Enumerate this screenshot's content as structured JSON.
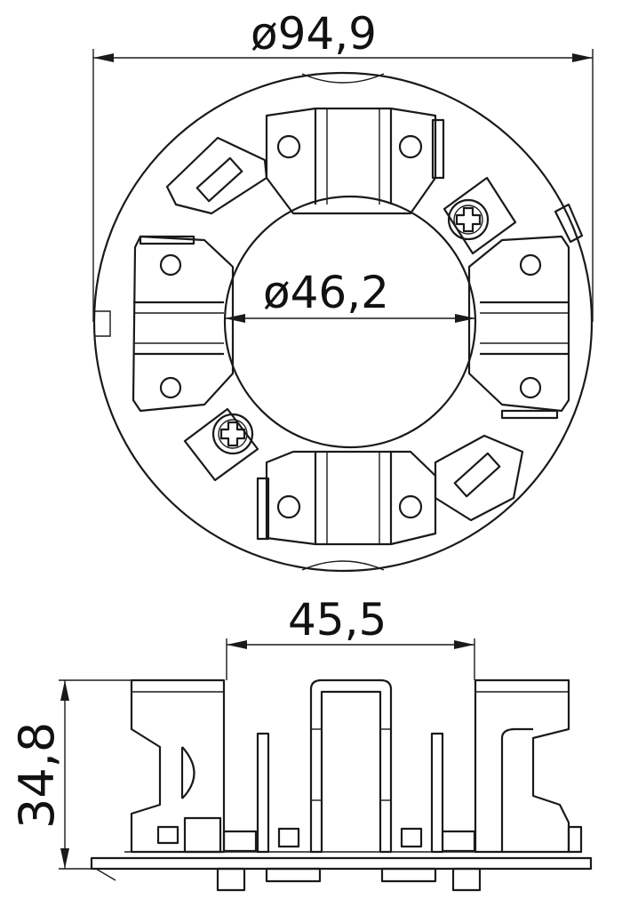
{
  "dimensions": {
    "outer_diameter": "94,9",
    "inner_diameter": "46,2",
    "side_width": "45,5",
    "side_height": "34,8"
  },
  "symbols": {
    "diameter": "ø"
  },
  "colors": {
    "line": "#1a1a1a",
    "background": "#ffffff"
  }
}
